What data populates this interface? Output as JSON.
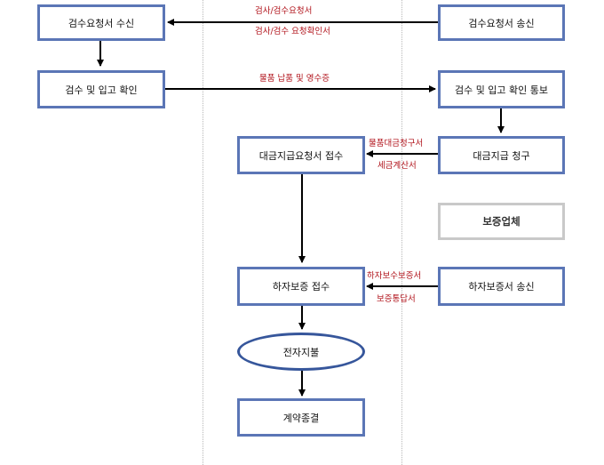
{
  "nodes": {
    "receive_request": "검수요청서 수신",
    "send_request": "검수요청서 송신",
    "confirm_inspection": "검수 및 입고 확인",
    "notify_inspection": "검수 및 입고 확인 통보",
    "receive_payment_request": "대금지급요청서 접수",
    "payment_claim": "대금지급 청구",
    "guarantee_company": "보증업체",
    "receive_warranty": "하자보증 접수",
    "send_warranty": "하자보증서 송신",
    "electronic_payment": "전자지불",
    "contract_close": "계약종결"
  },
  "edge_labels": {
    "request_top": "검사/검수요청서",
    "request_bottom": "검사/검수 요청확인서",
    "delivery": "물품 납품 및 영수증",
    "payment_top": "물품대금청구서",
    "payment_bottom": "세금계산서",
    "warranty_top": "하자보수보증서",
    "warranty_bottom": "보증통답서"
  }
}
